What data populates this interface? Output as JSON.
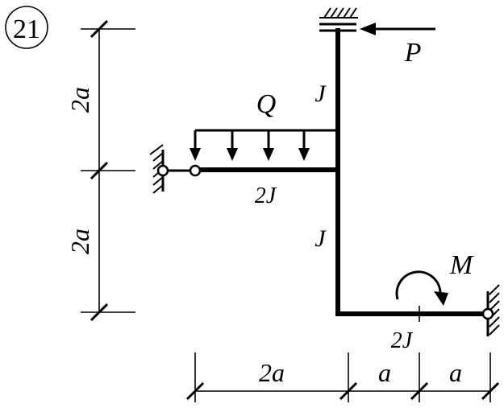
{
  "figure": {
    "number": "21"
  },
  "loads": {
    "force": "P",
    "distributed": "Q",
    "moment": "M"
  },
  "stiffness": {
    "upper_column": "J",
    "lower_column": "J",
    "left_beam": "2J",
    "bottom_beam": "2J"
  },
  "dimensions": {
    "vertical_upper": "2a",
    "vertical_lower": "2a",
    "horizontal_left": "2a",
    "horizontal_middle": "a",
    "horizontal_right": "a"
  }
}
